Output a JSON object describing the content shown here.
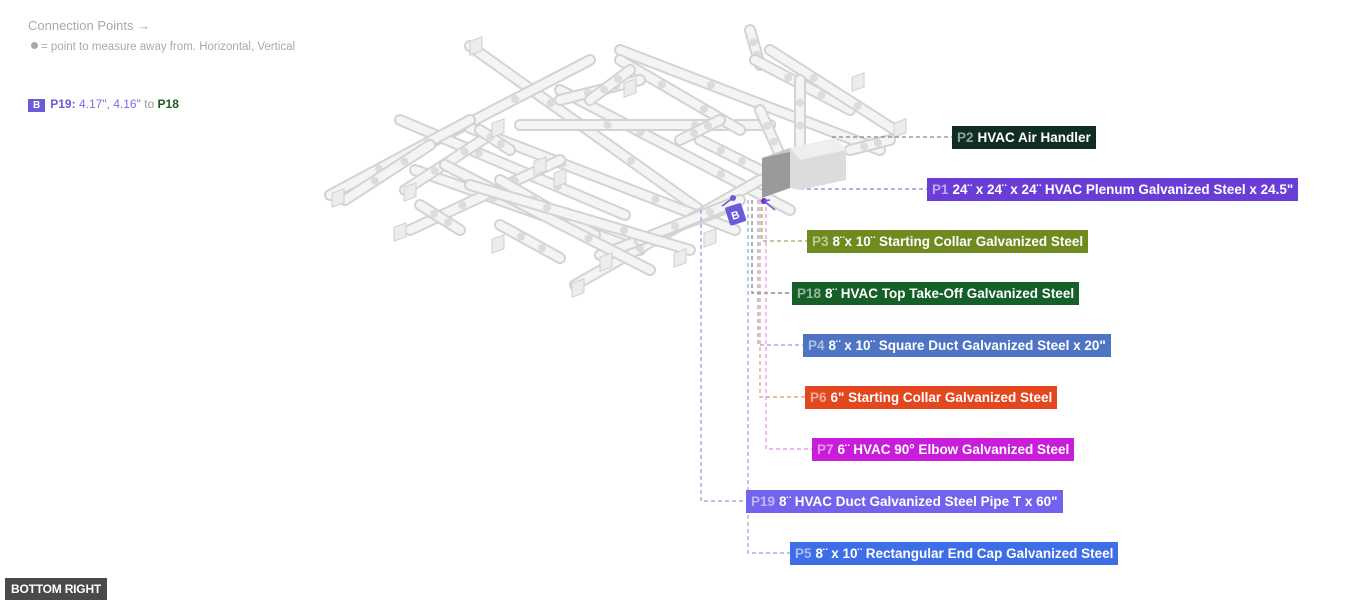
{
  "legend": {
    "title": "Connection Points →",
    "note": "= point to measure away from. Horizontal, Vertical"
  },
  "connection": {
    "badge": "B",
    "point": "P19:",
    "values": "4.17\", 4.16\"",
    "to": "to",
    "target": "P18"
  },
  "diagram_badge": "B",
  "labels": [
    {
      "id": "P2",
      "text": "HVAC Air Handler",
      "color": "#0f2e21"
    },
    {
      "id": "P1",
      "text": "24¨ x 24¨ x 24¨ HVAC Plenum Galvanized Steel x 24.5\"",
      "color": "#6a3ed6"
    },
    {
      "id": "P3",
      "text": "8¨x 10¨ Starting Collar Galvanized Steel",
      "color": "#6f8a1e"
    },
    {
      "id": "P18",
      "text": "8¨ HVAC Top Take-Off Galvanized Steel",
      "color": "#155f28"
    },
    {
      "id": "P4",
      "text": "8¨ x 10¨ Square Duct Galvanized Steel x 20\"",
      "color": "#4f74c4"
    },
    {
      "id": "P6",
      "text": "6\" Starting Collar Galvanized Steel",
      "color": "#e3471d"
    },
    {
      "id": "P7",
      "text": "6¨ HVAC 90° Elbow Galvanized Steel",
      "color": "#c91ddb"
    },
    {
      "id": "P19",
      "text": "8¨ HVAC Duct Galvanized Steel Pipe T x 60\"",
      "color": "#7262ee"
    },
    {
      "id": "P5",
      "text": "8¨ x 10¨ Rectangular End Cap Galvanized Steel",
      "color": "#3d6ee6"
    }
  ],
  "view_button": "BOTTOM RIGHT"
}
